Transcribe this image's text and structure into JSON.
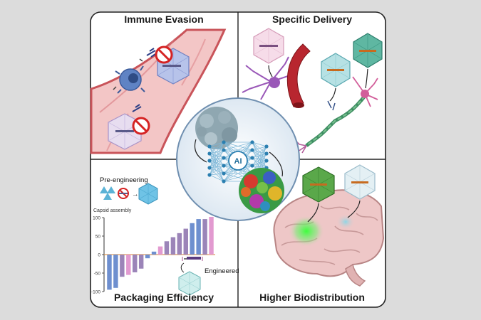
{
  "quadrants": {
    "immune": {
      "title": "Immune Evasion"
    },
    "delivery": {
      "title": "Specific Delivery"
    },
    "packaging": {
      "title": "Packaging Efficiency",
      "pre_label": "Pre-engineering",
      "assembly_label": "Capsid assembly",
      "engineered_label": "Engineered"
    },
    "biodistribution": {
      "title": "Higher Biodistribution"
    }
  },
  "center": {
    "ai_label": "AI"
  },
  "chart_data": {
    "type": "bar",
    "title": "",
    "xlabel": "",
    "ylabel": "",
    "ylim": [
      -100,
      100
    ],
    "yticks": [
      "100",
      "50",
      "0",
      "-50",
      "-100"
    ],
    "values": [
      -95,
      -90,
      -60,
      -55,
      -48,
      -38,
      -10,
      8,
      22,
      36,
      47,
      58,
      70,
      85,
      96,
      96,
      102
    ],
    "colors": [
      "#6e8fcf",
      "#6e8fcf",
      "#9b84b8",
      "#e29ad0",
      "#9b84b8",
      "#9b84b8",
      "#6e8fcf",
      "#6e8fcf",
      "#e29ad0",
      "#9b84b8",
      "#9b84b8",
      "#9b84b8",
      "#9b84b8",
      "#6e8fcf",
      "#6e8fcf",
      "#9b84b8",
      "#e29ad0"
    ]
  }
}
